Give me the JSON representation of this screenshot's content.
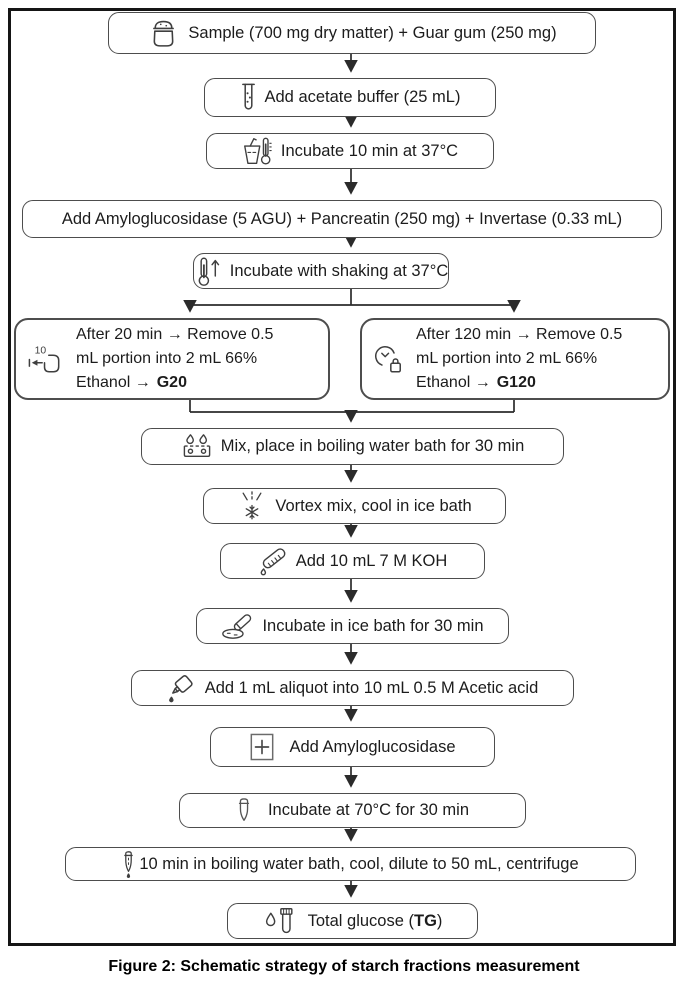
{
  "figure": {
    "caption": "Figure 2: Schematic strategy of starch fractions measurement"
  },
  "colors": {
    "background": "#ffffff",
    "frame_border": "#151515",
    "box_border": "#4d4d4d",
    "arrow": "#2b2b2b",
    "text": "#1c1c1c"
  },
  "steps": {
    "sample": {
      "label": "Sample (700 mg dry matter) + Guar gum (250 mg)",
      "icon": "sample-jar-icon"
    },
    "acetate_buffer": {
      "label": "Add acetate buffer (25 mL)",
      "icon": "test-tube-icon"
    },
    "incubate_10min": {
      "label": "Incubate 10 min at 37°C",
      "icon": "cup-thermometer-icon"
    },
    "add_enzymes": {
      "label": "Add Amyloglucosidase (5 AGU) + Pancreatin (250 mg) + Invertase (0.33 mL)"
    },
    "incubate_shaking": {
      "label": "Incubate with shaking at 37°C",
      "icon": "thermometer-up-icon"
    },
    "mix_boiling": {
      "label": "Mix, place in boiling water bath for 30 min",
      "icon": "stove-icon"
    },
    "vortex_cool": {
      "label": "Vortex mix, cool in ice bath",
      "icon": "snowflake-vortex-icon"
    },
    "add_koh": {
      "label": "Add 10 mL 7 M KOH",
      "icon": "measuring-cylinder-icon"
    },
    "incubate_ice": {
      "label": "Incubate in ice bath for 30 min",
      "icon": "tube-dish-icon"
    },
    "add_aliquot": {
      "label": "Add 1 mL aliquot into 10 mL 0.5 M Acetic acid",
      "icon": "dropper-bottle-icon"
    },
    "add_amyloglucosidase": {
      "label": "Add Amyloglucosidase",
      "icon": "plus-box-icon"
    },
    "incubate_70": {
      "label": "Incubate at 70°C for 30 min",
      "icon": "vial-icon"
    },
    "boil_dilute": {
      "label": "10 min in boiling water bath, cool, dilute to 50 mL, centrifuge",
      "icon": "pipette-icon"
    },
    "total_glucose": {
      "label_pre": "Total glucose (",
      "label_bold": "TG",
      "label_post": ")",
      "icon": "drop-tube-icon"
    }
  },
  "branches": {
    "g20": {
      "lines": "After 20 min → Remove 0.5\nmL portion into 2 mL 66%\nEthanol →",
      "code": "G20",
      "icon": "timer-remove-icon",
      "timer_label": "10"
    },
    "g120": {
      "lines": "After 120 min → Remove 0.5\nmL portion into 2 mL 66%\nEthanol →",
      "code": "G120",
      "icon": "clock-lock-icon"
    }
  }
}
